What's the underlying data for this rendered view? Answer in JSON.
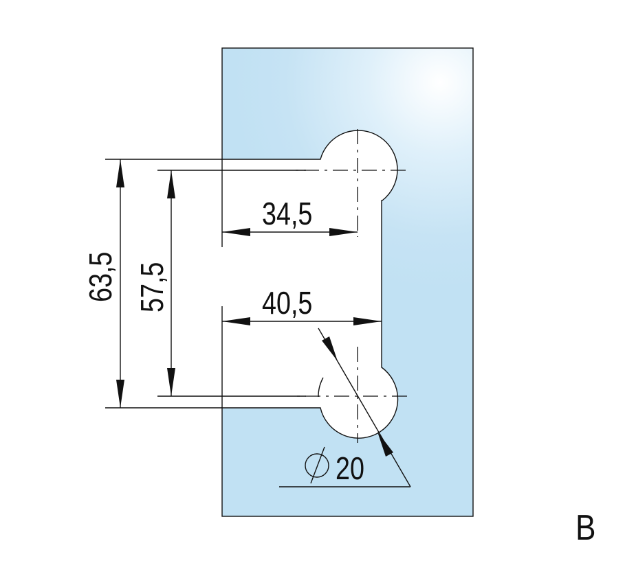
{
  "drawing": {
    "dimensions": {
      "overall_height": "63,5",
      "center_distance": "57,5",
      "top_depth": "34,5",
      "cutout_depth": "40,5",
      "hole_diameter": "20",
      "diameter_symbol": "∅"
    },
    "variant_label": "B",
    "colors": {
      "glass": "#c3e2f4",
      "glass_highlight": "#ffffff",
      "line": "#111111"
    }
  }
}
